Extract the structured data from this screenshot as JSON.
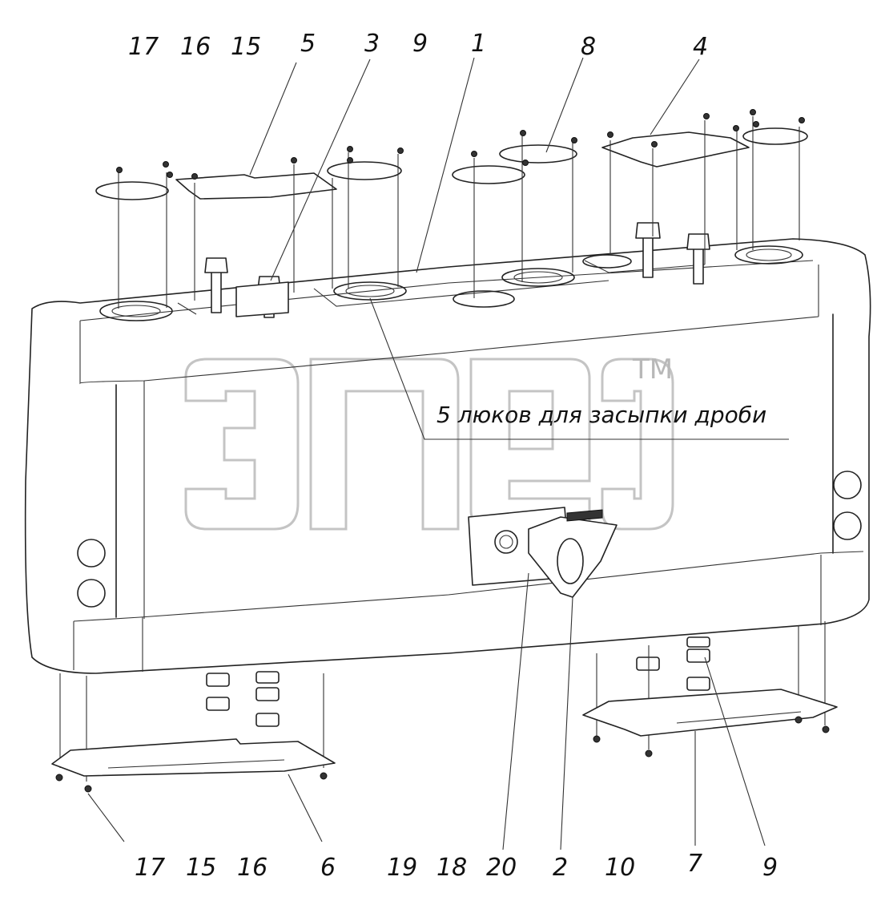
{
  "top_numbers": [
    "17",
    "16",
    "15",
    "5",
    "3",
    "9",
    "1",
    "8",
    "4"
  ],
  "bottom_numbers": [
    "17",
    "15",
    "16",
    "6",
    "19",
    "18",
    "20",
    "2",
    "10",
    "7",
    "9"
  ],
  "annotation": "5 люков для засыпки дроби",
  "watermark": {
    "trademark": "TM"
  },
  "colors": {
    "line": "#222222",
    "watermark": "#c4c4c4",
    "background": "#ffffff"
  }
}
